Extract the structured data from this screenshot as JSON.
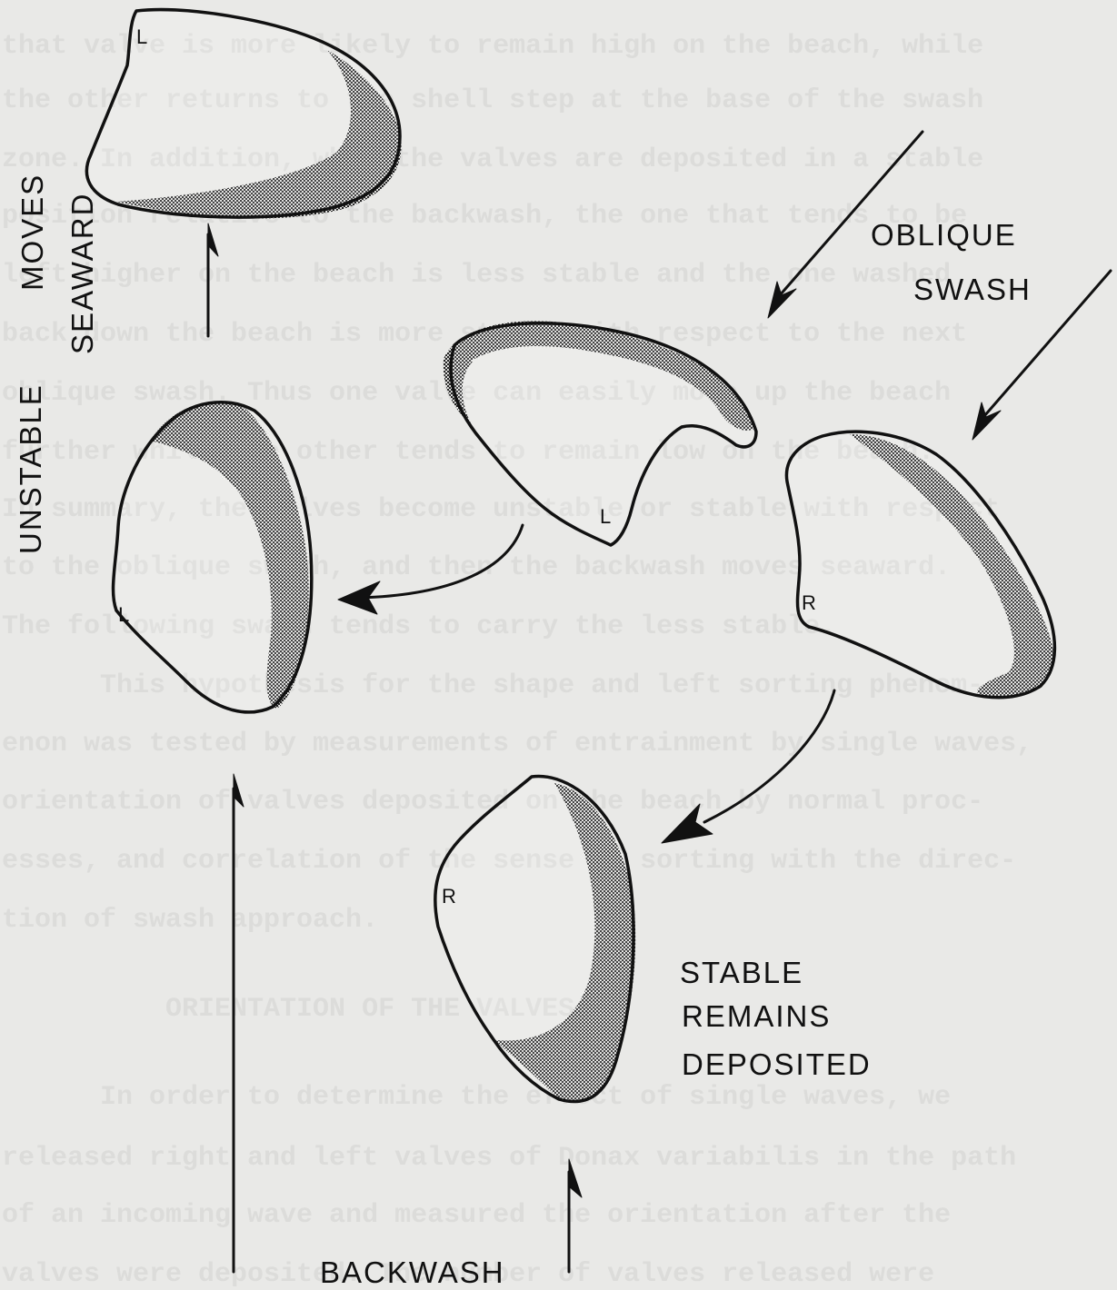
{
  "background_text_lines": [
    "that valve is more likely to remain high on the beach, while",
    "the other returns to the shell step at the base of the swash",
    "zone. In addition, when the valves are deposited in a stable",
    "position relative to the backwash, the one that tends to be",
    "left higher on the beach is less stable and the one washed",
    "back down the beach is more stable with respect to the next",
    "oblique swash. Thus one valve can easily move up the beach",
    "further while the other tends to remain low on the beach.",
    "In summary, the valves become unstable or stable with respect",
    "to the oblique swash, and then the backwash moves seaward.",
    "The following swash tends to carry the less stable.",
    "      This hypothesis for the shape and left sorting phenom-",
    "enon was tested by measurements of entrainment by single waves,",
    "orientation of valves deposited on the beach by normal proc-",
    "esses, and correlation of the sense of sorting with the direc-",
    "tion of swash approach.",
    "",
    "          ORIENTATION OF THE VALVES",
    "",
    "      In order to determine the effect of single waves, we",
    "released right and left valves of Donax variabilis in the path",
    "of an incoming wave and measured the orientation after the",
    "valves were deposited. The number of valves released were"
  ],
  "labels": {
    "unstable": "UNSTABLE",
    "moves": "MOVES",
    "seaward": "SEAWARD",
    "oblique": "OBLIQUE",
    "swash": "SWASH",
    "stable": "STABLE",
    "remains": "REMAINS",
    "deposited": "DEPOSITED",
    "backwash": "BACKWASH"
  },
  "valves": {
    "top_left": "L",
    "center": "L",
    "mid_left": "L",
    "right": "R",
    "bottom": "R"
  }
}
